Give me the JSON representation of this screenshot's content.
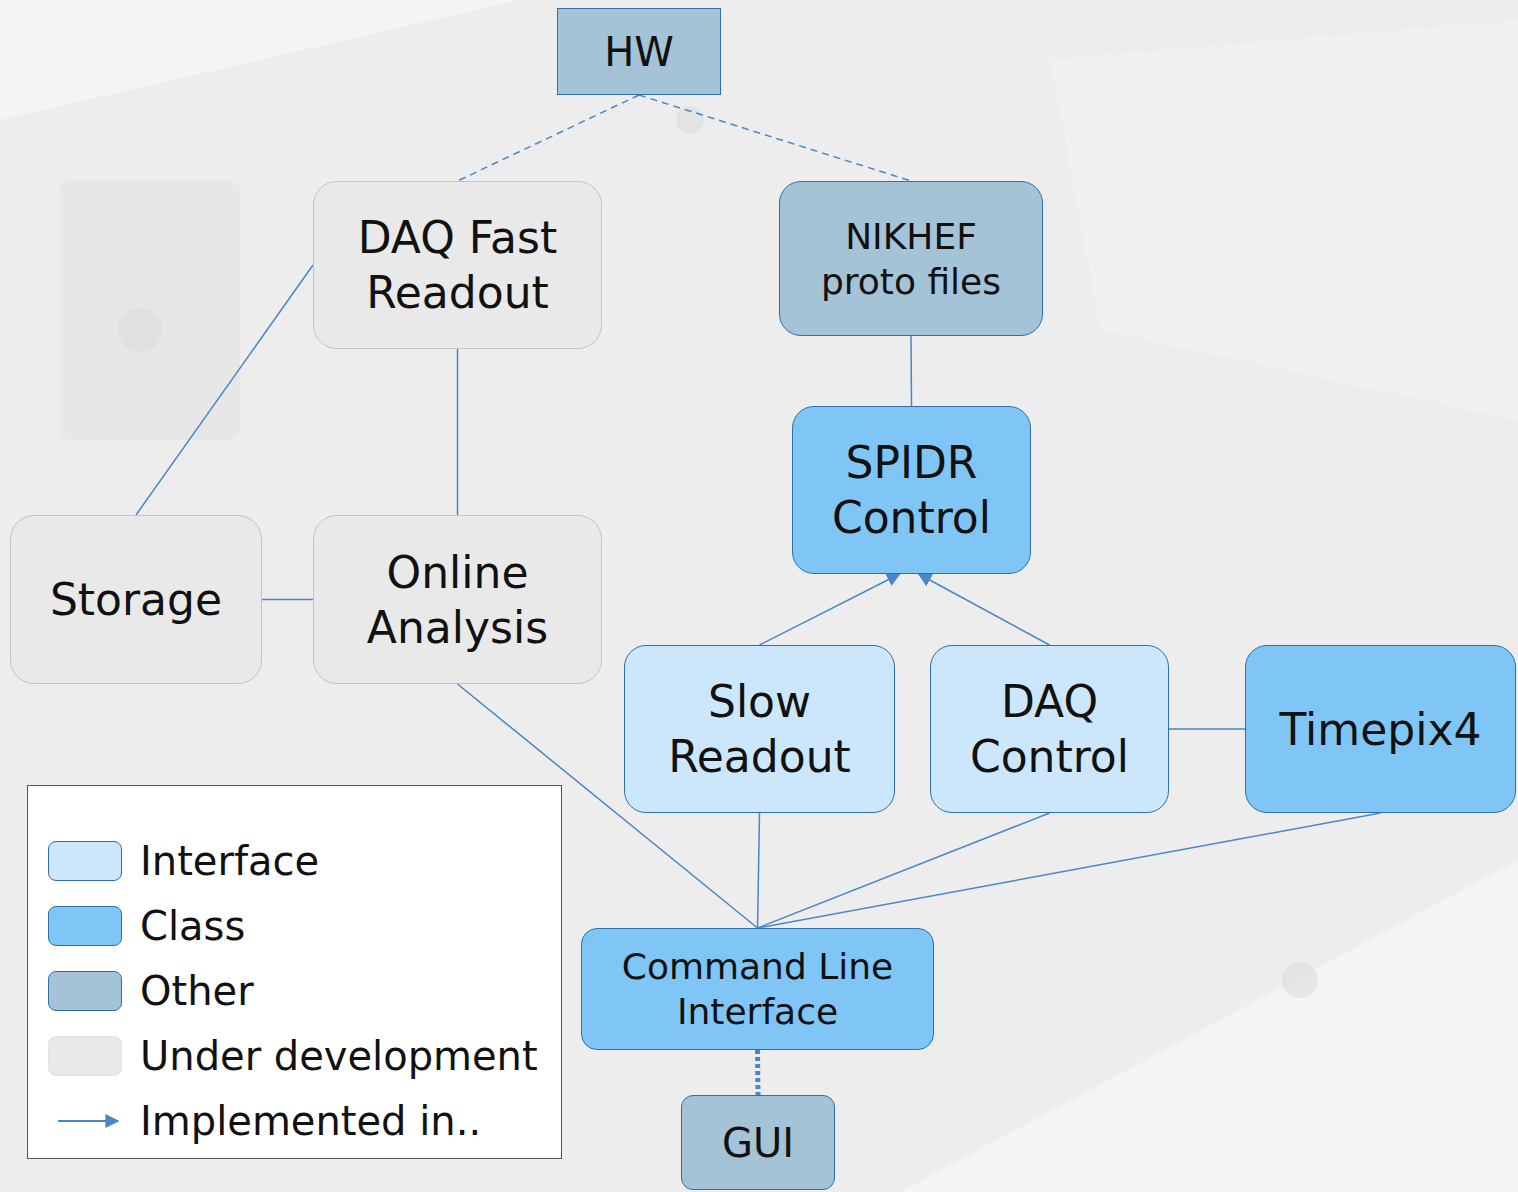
{
  "diagram": {
    "nodes": [
      {
        "text": [
          "HW"
        ]
      },
      {
        "text": [
          "DAQ Fast Readout"
        ]
      },
      {
        "text": [
          "NIKHEF proto files"
        ]
      },
      {
        "text": [
          "SPIDR Control"
        ]
      },
      {
        "text": [
          "Storage"
        ]
      },
      {
        "text": [
          "Online Analysis"
        ]
      },
      {
        "text": [
          "Slow Readout"
        ]
      },
      {
        "text": [
          "DAQ Control"
        ]
      },
      {
        "text": [
          "Timepix4"
        ]
      },
      {
        "text": [
          "Command Line Interface"
        ]
      },
      {
        "text": [
          "GUI"
        ]
      }
    ],
    "edges": [
      {
        "from": 0,
        "to": 1,
        "arrow": "none"
      },
      {
        "from": 0,
        "to": 2,
        "arrow": "none"
      },
      {
        "from": 1,
        "to": 4,
        "arrow": "none"
      },
      {
        "from": 1,
        "to": 5,
        "arrow": "none"
      },
      {
        "from": 4,
        "to": 5,
        "arrow": "none"
      },
      {
        "from": 2,
        "to": 3,
        "arrow": "none"
      },
      {
        "from": 6,
        "to": 3,
        "arrow": "to"
      },
      {
        "from": 7,
        "to": 3,
        "arrow": "to"
      },
      {
        "from": 7,
        "to": 8,
        "arrow": "none"
      },
      {
        "from": 5,
        "to": 9,
        "arrow": "none"
      },
      {
        "from": 6,
        "to": 9,
        "arrow": "none"
      },
      {
        "from": 7,
        "to": 9,
        "arrow": "none"
      },
      {
        "from": 8,
        "to": 9,
        "arrow": "none"
      },
      {
        "from": 9,
        "to": 10,
        "arrow": "none"
      }
    ],
    "legend": [
      {
        "text": "Interface",
        "color": "#cce7fb"
      },
      {
        "text": "Class",
        "color": "#7fc6f7"
      },
      {
        "text": "Other",
        "color": "#a5c3d6"
      },
      {
        "text": "Under development",
        "color": "#e9e9e9"
      },
      {
        "text": "Implemented in.."
      }
    ]
  }
}
